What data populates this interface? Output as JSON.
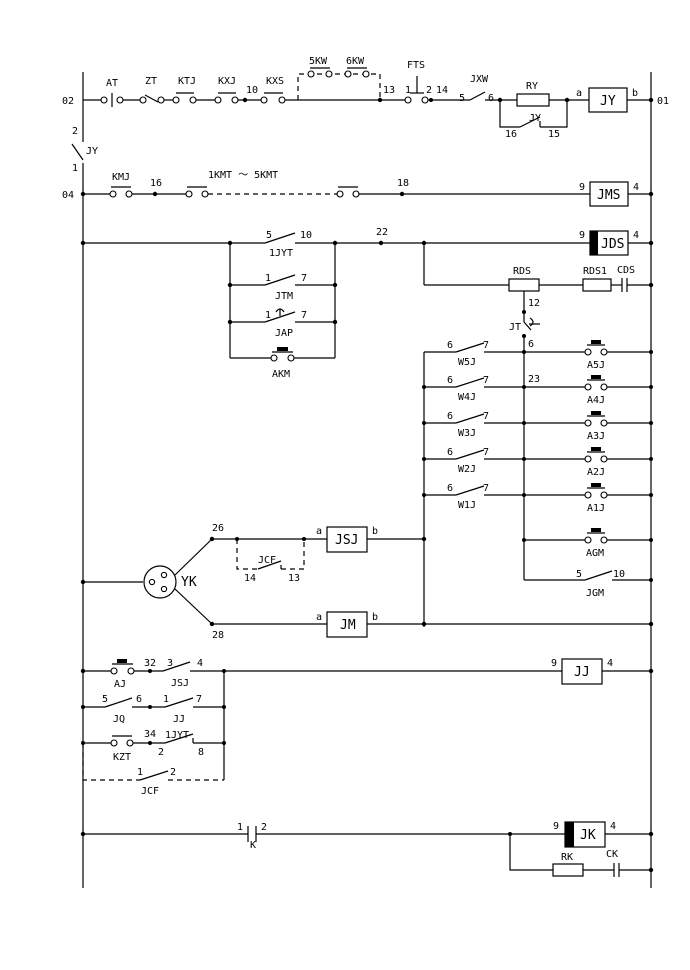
{
  "rows": {
    "r1": {
      "left": "02",
      "right": "01",
      "labels": [
        "AT",
        "ZT",
        "KTJ",
        "KXJ",
        "KXS",
        "5KW",
        "6KW",
        "FTS",
        "JXW",
        "RY",
        "JY"
      ],
      "nums": [
        "10",
        "13",
        "1",
        "2",
        "14",
        "5",
        "6",
        "a",
        "b",
        "16",
        "15"
      ],
      "coil": "JY"
    },
    "jy_branch": {
      "top": "2",
      "label": "JY",
      "bottom": "1"
    },
    "r2": {
      "left": "04",
      "labels": [
        "KMJ",
        "1KMT ～ 5KMT"
      ],
      "nums": [
        "16",
        "18",
        "9",
        "4"
      ],
      "coil": "JMS"
    },
    "r3": {
      "labels": [
        "1JYT",
        "JTM",
        "JAP",
        "AKM"
      ],
      "nums": [
        "5",
        "10",
        "22",
        "9",
        "4",
        "1",
        "7",
        "1",
        "7"
      ],
      "coil": "JDS"
    },
    "rds": {
      "labels": [
        "RDS",
        "RDS1",
        "CDS",
        "JT"
      ],
      "nums": [
        "12",
        "6",
        "23"
      ]
    },
    "wj": {
      "labels": [
        "W5J",
        "W4J",
        "W3J",
        "W2J",
        "W1J"
      ],
      "nums": [
        "6",
        "7"
      ]
    },
    "aj": {
      "labels": [
        "A5J",
        "A4J",
        "A3J",
        "A2J",
        "A1J",
        "AGM",
        "JGM"
      ],
      "nums": [
        "5",
        "10"
      ]
    },
    "yk": {
      "label": "YK",
      "nums": [
        "26",
        "28"
      ],
      "jsj": {
        "coil": "JSJ",
        "a": "a",
        "b": "b"
      },
      "jcf": {
        "label": "JCF",
        "n1": "14",
        "n2": "13"
      },
      "jm": {
        "coil": "JM",
        "a": "a",
        "b": "b"
      }
    },
    "jj": {
      "labels": [
        "AJ",
        "JSJ",
        "JQ",
        "JJ",
        "KZT",
        "1JYT",
        "JCF"
      ],
      "nums": [
        "32",
        "3",
        "4",
        "5",
        "6",
        "1",
        "7",
        "34",
        "2",
        "8",
        "1",
        "2",
        "9",
        "4"
      ],
      "coil": "JJ"
    },
    "jk": {
      "labels": [
        "K",
        "RK",
        "CK"
      ],
      "nums": [
        "1",
        "2",
        "9",
        "4"
      ],
      "coil": "JK"
    }
  }
}
